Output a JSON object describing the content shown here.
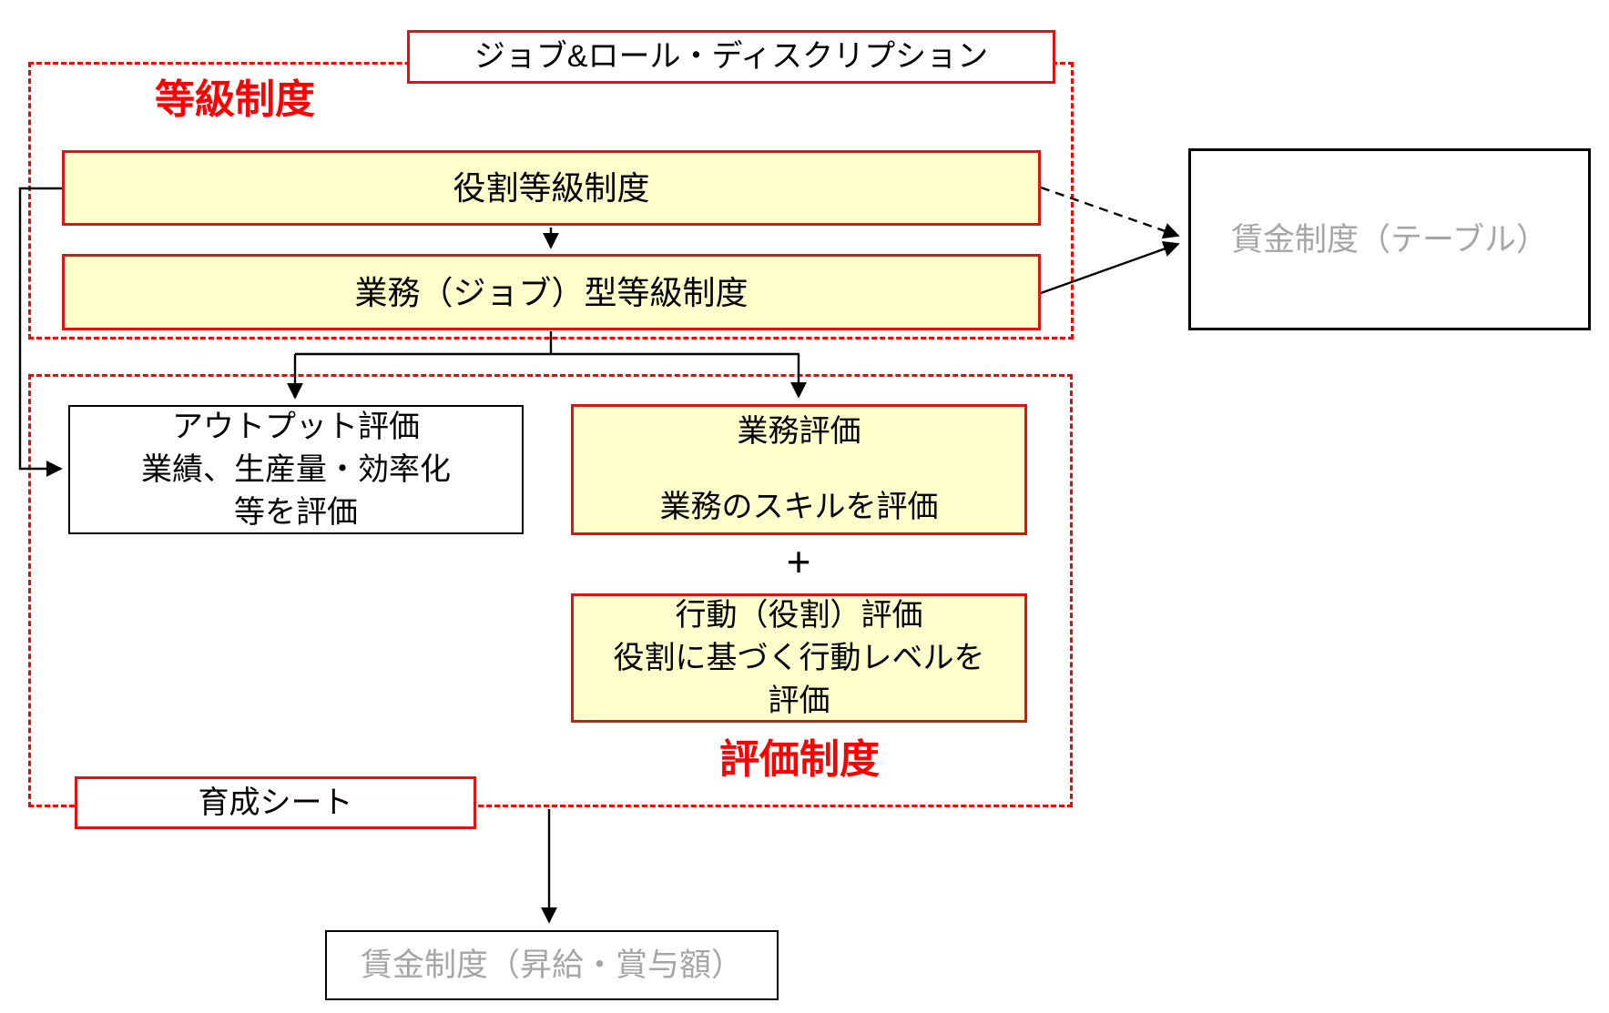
{
  "sections": {
    "grade": {
      "label": "等級制度"
    },
    "evaluation": {
      "label": "評価制度"
    }
  },
  "nodes": {
    "job_role_description": {
      "label": "ジョブ&ロール・ディスクリプション"
    },
    "role_grade_system": {
      "label": "役割等級制度"
    },
    "job_grade_system": {
      "label": "業務（ジョブ）型等級制度"
    },
    "wage_system_table": {
      "label": "賃金制度（テーブル）"
    },
    "output_evaluation": {
      "lines": [
        "アウトプット評価",
        "業績、生産量・効率化",
        "等を評価"
      ]
    },
    "work_evaluation": {
      "lines": [
        "業務評価",
        "業務のスキルを評価"
      ]
    },
    "plus_operator": {
      "label": "+"
    },
    "behavior_evaluation": {
      "lines": [
        "行動（役割）評価",
        "役割に基づく行動レベルを",
        "評価"
      ]
    },
    "training_sheet": {
      "label": "育成シート"
    },
    "wage_system_raise_bonus": {
      "label": "賃金制度（昇給・賞与額）"
    }
  },
  "colors": {
    "accent_red": "#ff0000",
    "solid_border_red": "#e01212",
    "box_fill_yellow": "#ffffcc",
    "muted_gray_text": "#a6a6a6",
    "line_black": "#000000",
    "background": "#ffffff"
  }
}
